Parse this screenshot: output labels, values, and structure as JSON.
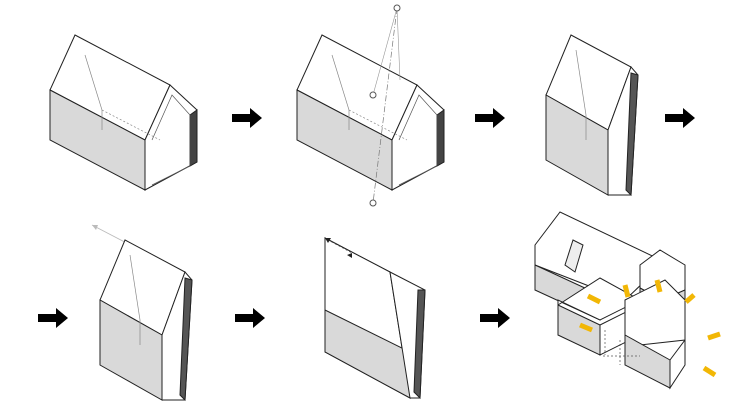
{
  "colors": {
    "line": "#222222",
    "shade": "#d9d9d9",
    "wall": "#ffffff",
    "arrow": "#000000",
    "sun": "#f2b705"
  },
  "steps": [
    "house",
    "section-axis",
    "sliced",
    "extended",
    "stretched",
    "cluster"
  ]
}
